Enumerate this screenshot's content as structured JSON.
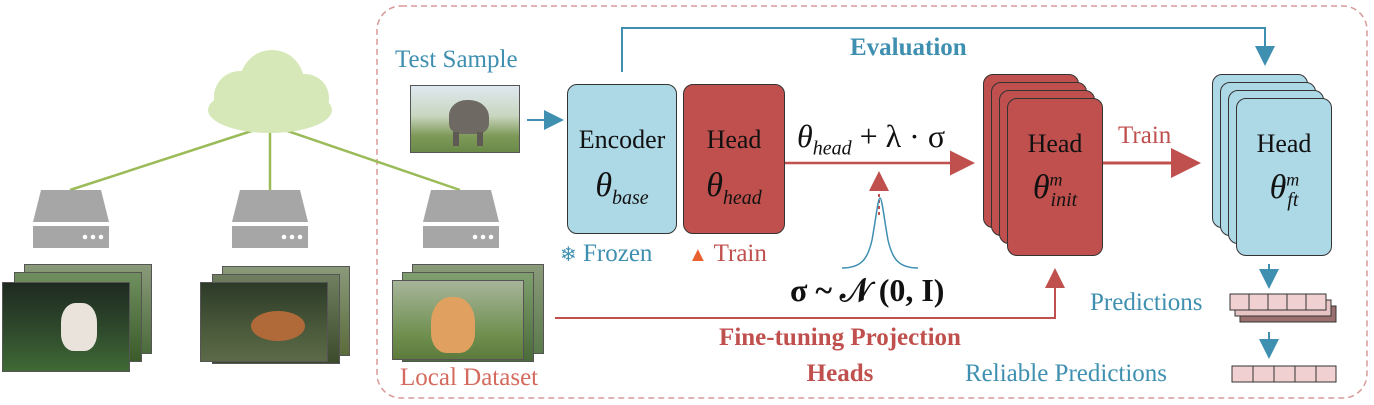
{
  "labels": {
    "test_sample": "Test Sample",
    "evaluation": "Evaluation",
    "encoder": "Encoder",
    "head": "Head",
    "frozen": "Frozen",
    "train_small": "Train",
    "train_arrow": "Train",
    "local_dataset": "Local Dataset",
    "finetune_line1": "Fine-tuning Projection",
    "finetune_line2": "Heads",
    "predictions": "Predictions",
    "reliable_predictions": "Reliable Predictions"
  },
  "math": {
    "theta": "θ",
    "base": "base",
    "head_sub": "head",
    "perturb_plus": "+ λ · σ",
    "sigma_dist": "σ ~ 𝒩 (0, I)",
    "m": "m",
    "init": "init",
    "ft": "ft"
  },
  "icons": {
    "cloud": "cloud-icon",
    "server": "server-icon",
    "snowflake": "snowflake-icon",
    "fire": "fire-icon"
  },
  "colors": {
    "teal": "#3e8fb0",
    "red": "#c0504d",
    "light_blue": "#add8e6",
    "cloud_green": "#d6e8b8",
    "line_green": "#9bbb59",
    "server_gray": "#a6a6a6",
    "dashed_border": "#d99a98"
  }
}
